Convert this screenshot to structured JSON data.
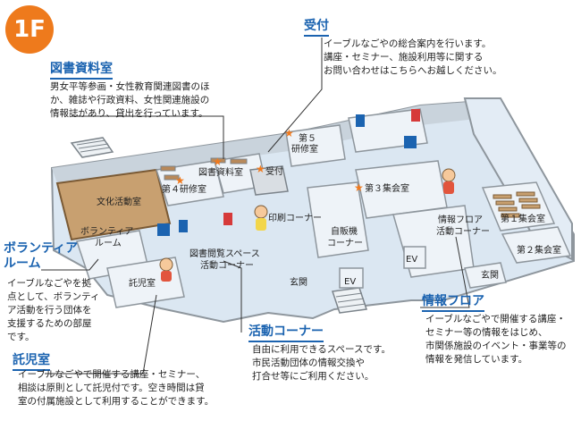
{
  "floor": "1F",
  "colors": {
    "accent_orange": "#ee7a1c",
    "title_blue": "#1b63b0",
    "wall_gray": "#9aa0a6",
    "floor_blue": "#dbe7f2",
    "room_brown": "#c8a070",
    "star_orange": "#f07a1e",
    "restroom_blue": "#1b63b0",
    "restroom_red": "#d63a3a"
  },
  "callouts": {
    "uketsuke": {
      "title": "受付",
      "lines": [
        "イーブルなごやの総合案内を行います。",
        "講座・セミナー、施設利用等に関する",
        "お問い合わせはこちらへお越しください。"
      ]
    },
    "tosho": {
      "title": "図書資料室",
      "lines": [
        "男女平等参画・女性教育関連図書のほ",
        "か、雑誌や行政資料、女性関連施設の",
        "情報誌があり、貸出を行っています。"
      ]
    },
    "volunteer": {
      "title_line1": "ボランティア",
      "title_line2": "ルーム",
      "lines": [
        "イーブルなごやを拠",
        "点として、ボランティ",
        "ア活動を行う団体を",
        "支援するための部屋",
        "です。"
      ]
    },
    "takuji": {
      "title": "託児室",
      "lines": [
        "イーブルなごやで開催する講座・セミナー、",
        "相談は原則として託児付です。空き時間は貸",
        "室の付属施設として利用することができます。"
      ]
    },
    "katsudo": {
      "title": "活動コーナー",
      "lines": [
        "自由に利用できるスペースです。",
        "市民活動団体の情報交換や",
        "打合せ等にご利用ください。"
      ]
    },
    "joho": {
      "title": "情報フロア",
      "lines": [
        "イーブルなごやで開催する講座・",
        "セミナー等の情報をはじめ、",
        "市関係施設のイベント・事業等の",
        "情報を発信しています。"
      ]
    }
  },
  "rooms": {
    "bunka": "文化活動室",
    "kenshu4": "第４研修室",
    "tosho_room": "図書資料室",
    "kenshu5_a": "第５",
    "kenshu5_b": "研修室",
    "uketsuke_room": "受付",
    "shukai3": "第３集会室",
    "shukai1": "第１集会室",
    "shukai2": "第２集会室",
    "insatsu": "印刷コーナー",
    "jihanki_a": "自販機",
    "jihanki_b": "コーナー",
    "volunteer_a": "ボランティア",
    "volunteer_b": "ルーム",
    "etsuran_a": "図書閲覧スペース",
    "etsuran_b": "活動コーナー",
    "takuji_room": "託児室",
    "genkan_main": "玄関",
    "genkan_right": "玄関",
    "ev_left": "EV",
    "ev_right": "EV",
    "joho_a": "情報フロア",
    "joho_b": "活動コーナー"
  },
  "icons": [
    "star-icon",
    "restroom-male-icon",
    "restroom-female-icon",
    "wheelchair-icon"
  ]
}
